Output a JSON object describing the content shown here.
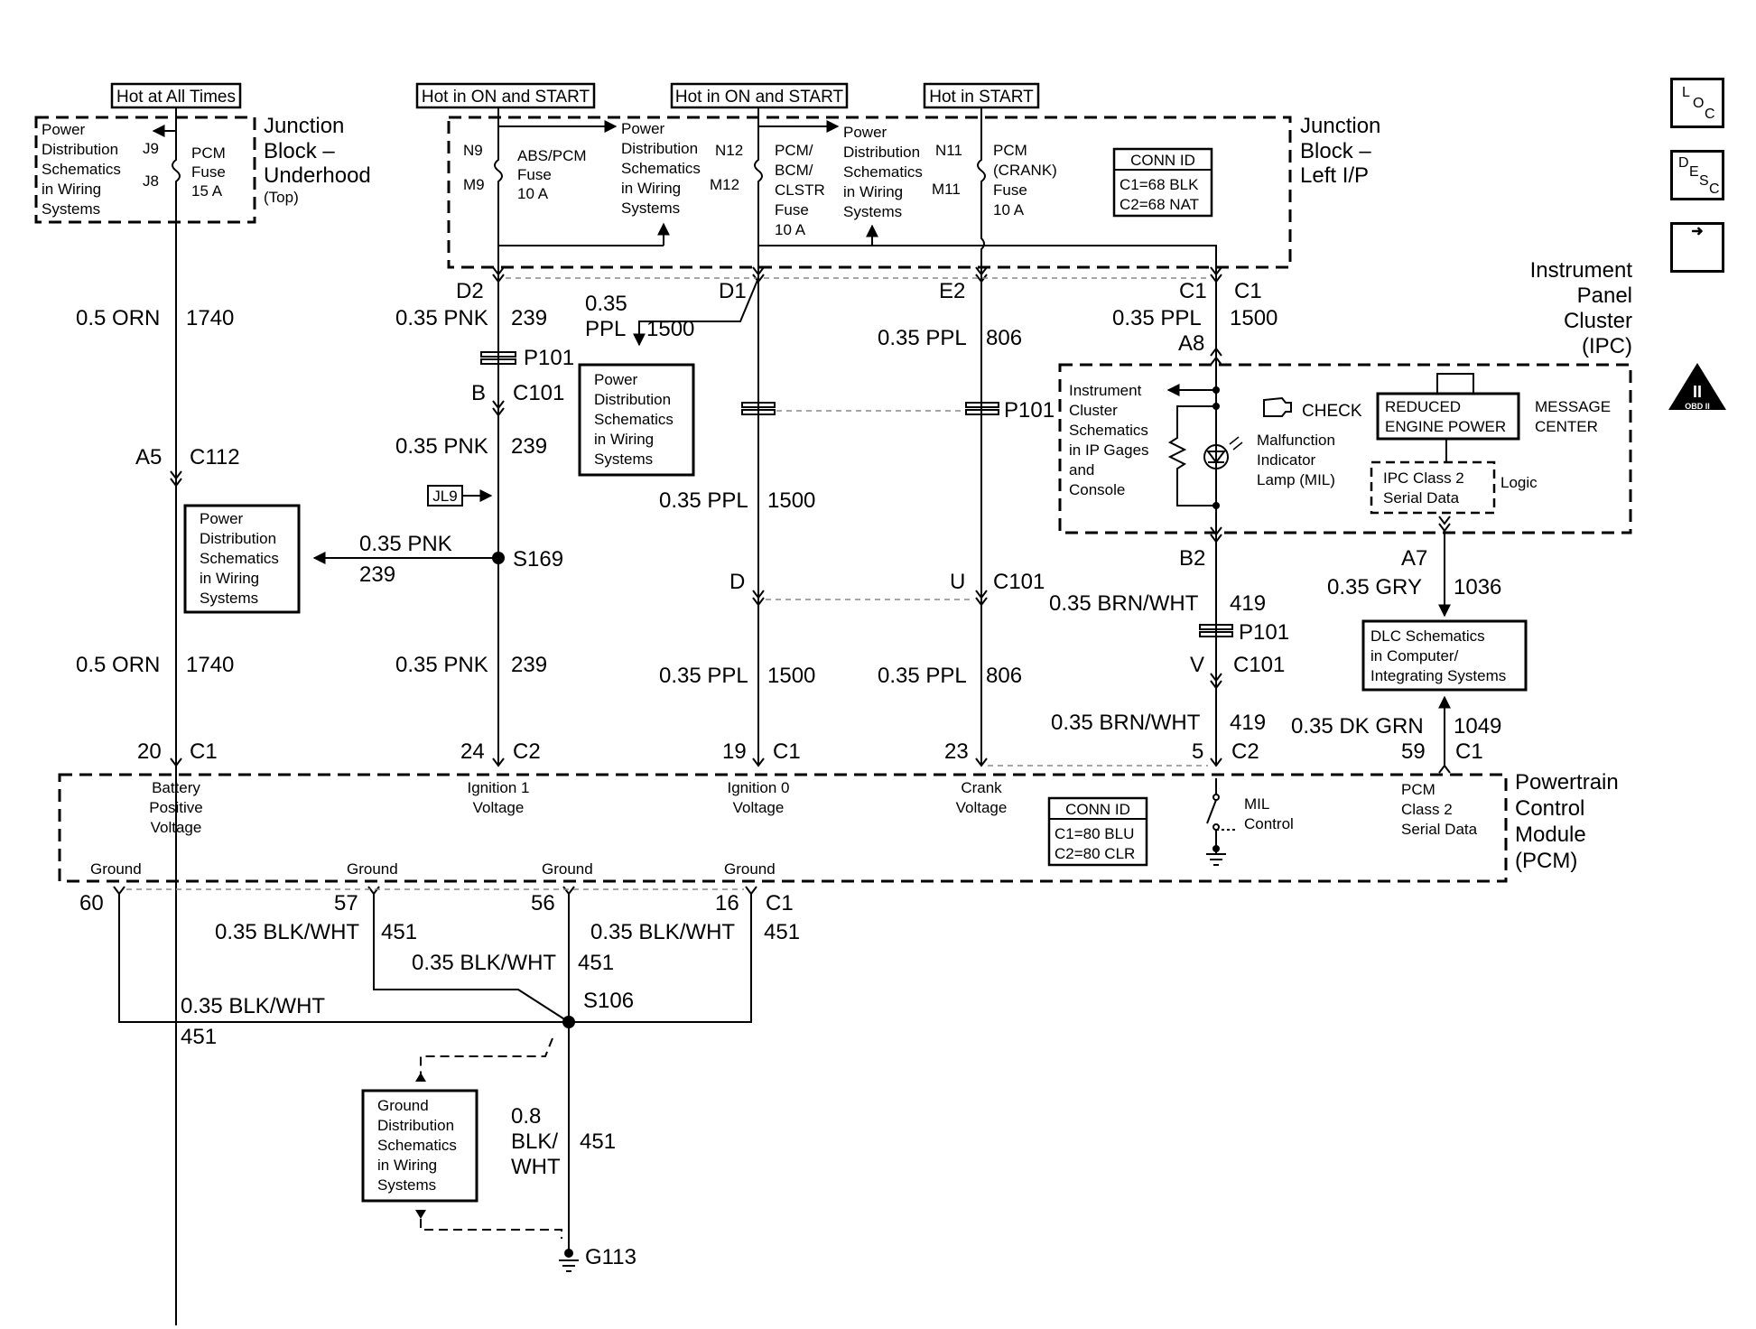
{
  "nav": {
    "loc": [
      "L",
      "O",
      "C"
    ],
    "desc": [
      "D",
      "E",
      "S",
      "C"
    ],
    "next": "next-arrow-icon"
  },
  "headers": {
    "hot_all_times": "Hot at All Times",
    "hot_on_start_1": "Hot in ON and START",
    "hot_on_start_2": "Hot in ON and START",
    "hot_start": "Hot in START"
  },
  "jb_underhood": {
    "title": [
      "Junction",
      "Block –",
      "Underhood",
      "(Top)"
    ],
    "pd_ref": [
      "Power",
      "Distribution",
      "Schematics",
      "in Wiring",
      "Systems"
    ],
    "pins": [
      "J9",
      "J8"
    ],
    "fuse": [
      "PCM",
      "Fuse",
      "15 A"
    ]
  },
  "jb_left": {
    "title": [
      "Junction",
      "Block –",
      "Left I/P"
    ],
    "conn_id": [
      "CONN ID",
      "C1=68 BLK",
      "C2=68 NAT"
    ],
    "fuse1_pins": [
      "N9",
      "M9"
    ],
    "fuse1": [
      "ABS/PCM",
      "Fuse",
      "10 A"
    ],
    "pd_ref1": [
      "Power",
      "Distribution",
      "Schematics",
      "in Wiring",
      "Systems"
    ],
    "fuse2_pins": [
      "N12",
      "M12"
    ],
    "fuse2": [
      "PCM/",
      "BCM/",
      "CLSTR",
      "Fuse",
      "10 A"
    ],
    "pd_ref2": [
      "Power",
      "Distribution",
      "Schematics",
      "in Wiring",
      "Systems"
    ],
    "fuse3_pins": [
      "N11",
      "M11"
    ],
    "fuse3": [
      "PCM",
      "(CRANK)",
      "Fuse",
      "10 A"
    ]
  },
  "wires": {
    "w1": {
      "pin": "D2",
      "gauge": "0.35 PNK",
      "circuit": "239"
    },
    "w2": {
      "pin": "D1",
      "gauge1": "0.35",
      "gauge2": "PPL",
      "circuit": "1500"
    },
    "w3": {
      "pin": "E2",
      "gauge": "0.35 PPL",
      "circuit": "806"
    },
    "w4": {
      "pin": "C1",
      "conn": "C1",
      "gauge": "0.35 PPL",
      "circuit": "1500",
      "pin2": "A8"
    },
    "batt_upper": {
      "gauge": "0.5 ORN",
      "circuit": "1740"
    },
    "batt_conn": {
      "pin": "A5",
      "conn": "C112"
    },
    "batt_lower": {
      "gauge": "0.5 ORN",
      "circuit": "1740"
    },
    "p101_a": "P101",
    "c101_a": {
      "pin": "B",
      "conn": "C101"
    },
    "ign1_mid": {
      "gauge": "0.35 PNK",
      "circuit": "239"
    },
    "jl9": "JL9",
    "splice_s169": "S169",
    "s169_branch": {
      "gauge": "0.35 PNK",
      "circuit": "239"
    },
    "ign1_low": {
      "gauge": "0.35 PNK",
      "circuit": "239"
    },
    "pd_ref3": [
      "Power",
      "Distribution",
      "Schematics",
      "in Wiring",
      "Systems"
    ],
    "pd_ref4": [
      "Power",
      "Distribution",
      "Schematics",
      "in Wiring",
      "Systems"
    ],
    "ign0_mid": {
      "gauge": "0.35 PPL",
      "circuit": "1500"
    },
    "p101_b": "P101",
    "c101_b": {
      "pin_d": "D",
      "pin_u": "U",
      "conn": "C101"
    },
    "ign0_low": {
      "gauge": "0.35 PPL",
      "circuit": "1500"
    },
    "crank_low": {
      "gauge": "0.35 PPL",
      "circuit": "806"
    },
    "mil_b2": "B2",
    "mil_upper": {
      "gauge": "0.35 BRN/WHT",
      "circuit": "419"
    },
    "p101_c": "P101",
    "c101_c": {
      "pin": "V",
      "conn": "C101"
    },
    "mil_lower": {
      "gauge": "0.35 BRN/WHT",
      "circuit": "419"
    },
    "ser_a7": "A7",
    "ser_upper": {
      "gauge": "0.35 GRY",
      "circuit": "1036"
    },
    "dlc_ref": [
      "DLC Schematics",
      "in Computer/",
      "Integrating Systems"
    ],
    "ser_lower": {
      "gauge": "0.35 DK GRN",
      "circuit": "1049"
    }
  },
  "ipc": {
    "title": [
      "Instrument",
      "Panel",
      "Cluster",
      "(IPC)"
    ],
    "ic_ref": [
      "Instrument",
      "Cluster",
      "Schematics",
      "in IP Gages",
      "and",
      "Console"
    ],
    "check": "CHECK",
    "mil": [
      "Malfunction",
      "Indicator",
      "Lamp (MIL)"
    ],
    "reduced": [
      "REDUCED",
      "ENGINE POWER"
    ],
    "msg": [
      "MESSAGE",
      "CENTER"
    ],
    "class2": [
      "IPC Class 2",
      "Serial Data"
    ],
    "logic": "Logic",
    "obd": "OBD II"
  },
  "pcm": {
    "title": [
      "Powertrain",
      "Control",
      "Module",
      "(PCM)"
    ],
    "pins": [
      {
        "pin": "20",
        "conn": "C1",
        "label": [
          "Battery",
          "Positive",
          "Voltage"
        ]
      },
      {
        "pin": "24",
        "conn": "C2",
        "label": [
          "Ignition 1",
          "Voltage"
        ]
      },
      {
        "pin": "19",
        "conn": "C1",
        "label": [
          "Ignition 0",
          "Voltage"
        ]
      },
      {
        "pin": "23",
        "conn": "",
        "label": [
          "Crank",
          "Voltage"
        ]
      },
      {
        "pin": "5",
        "conn": "C2",
        "label": [
          "MIL",
          "Control"
        ]
      },
      {
        "pin": "59",
        "conn": "C1",
        "label": [
          "PCM",
          "Class 2",
          "Serial Data"
        ]
      }
    ],
    "conn_id": [
      "CONN ID",
      "C1=80 BLU",
      "C2=80 CLR"
    ],
    "ground_label": "Ground",
    "ground_pins": [
      "60",
      "57",
      "56",
      "16"
    ],
    "ground_conn": "C1"
  },
  "ground": {
    "w60": {
      "gauge": "0.35 BLK/WHT",
      "circuit": "451"
    },
    "w57": {
      "gauge": "0.35 BLK/WHT",
      "circuit": "451"
    },
    "w56": {
      "gauge": "0.35 BLK/WHT",
      "circuit": "451"
    },
    "w16": {
      "gauge": "0.35 BLK/WHT",
      "circuit": "451"
    },
    "splice": "S106",
    "main": {
      "gauge": [
        "0.8",
        "BLK/",
        "WHT"
      ],
      "circuit": "451"
    },
    "gd_ref": [
      "Ground",
      "Distribution",
      "Schematics",
      "in Wiring",
      "Systems"
    ],
    "point": "G113"
  }
}
